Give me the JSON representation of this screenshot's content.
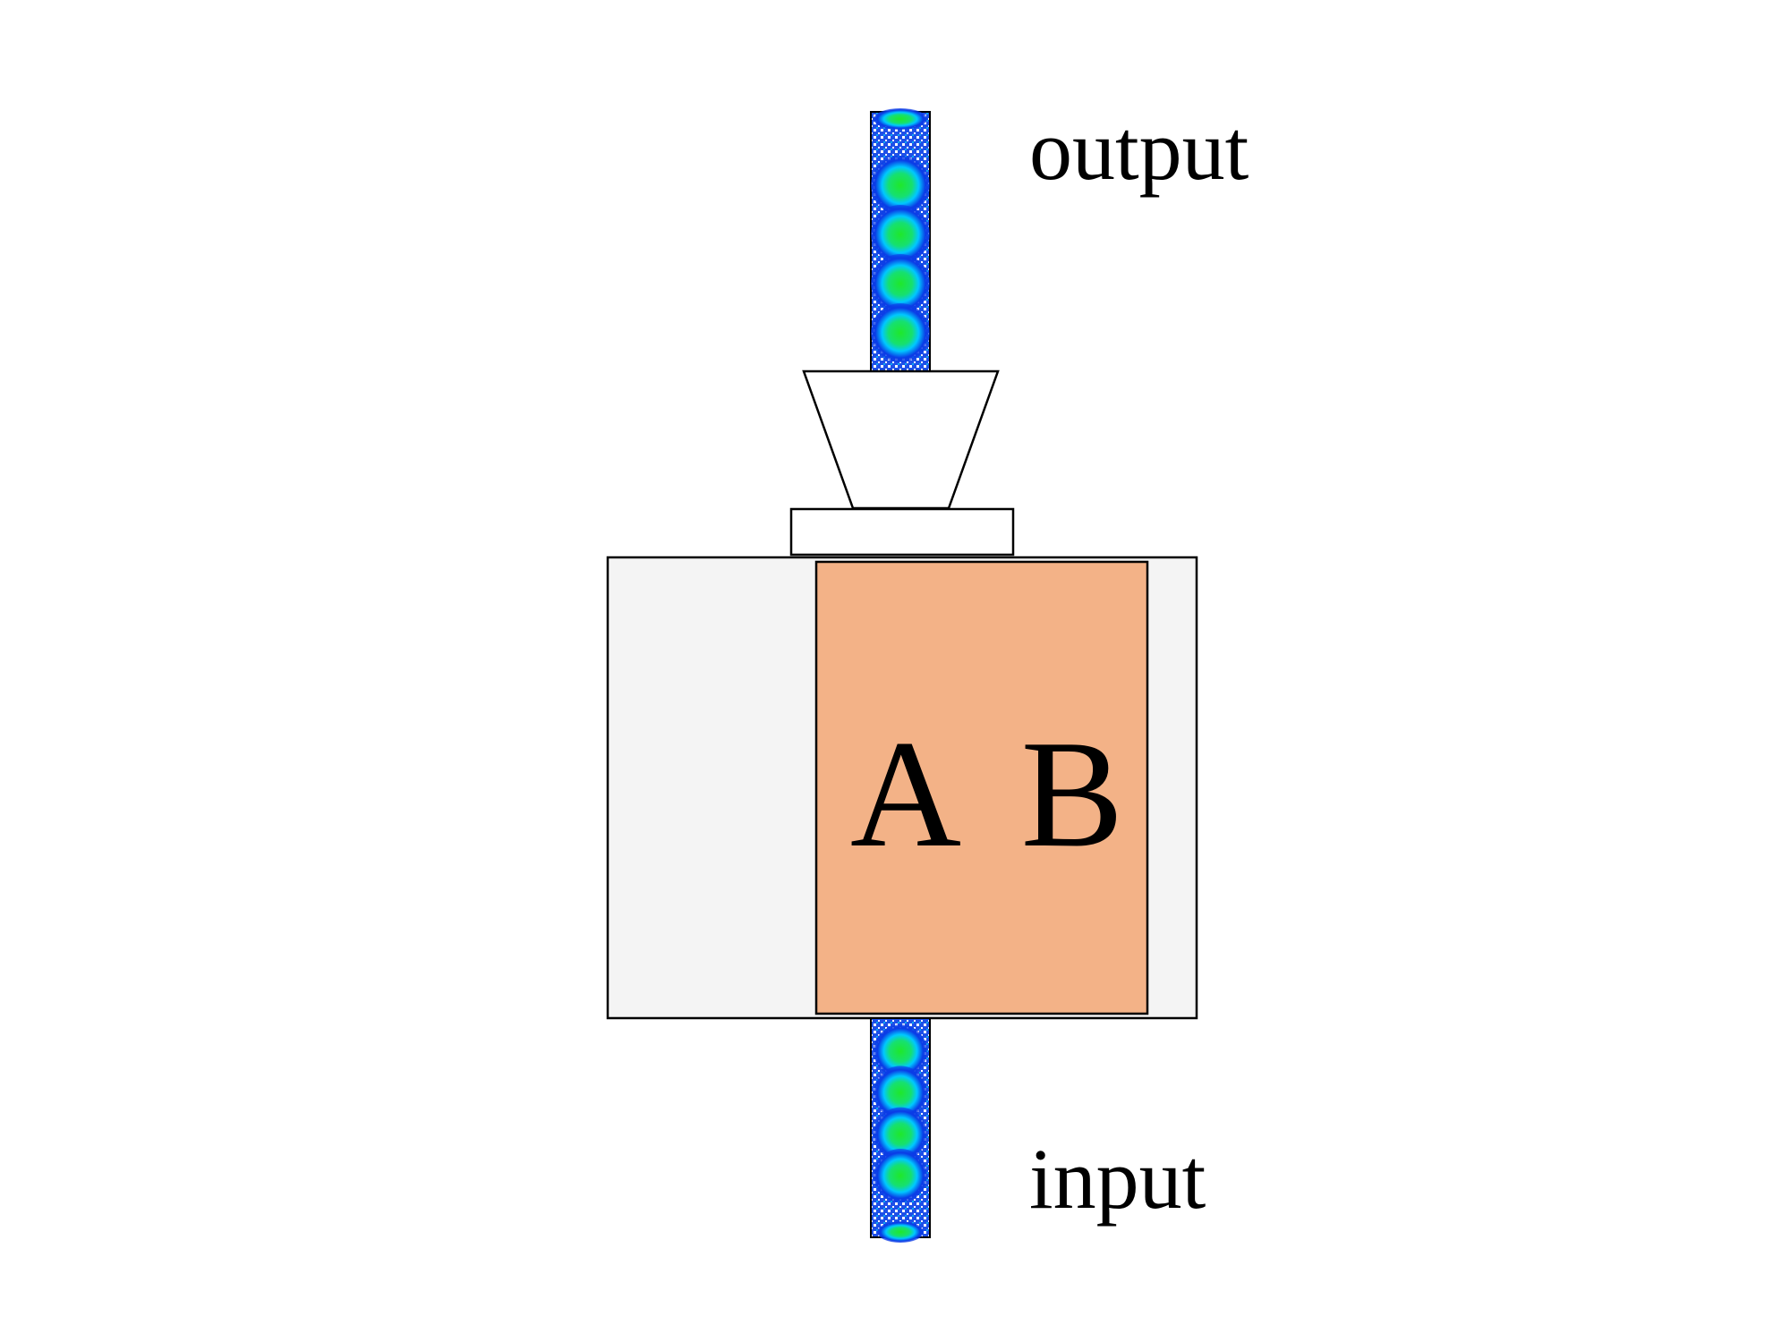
{
  "labels": {
    "output": "output",
    "input": "input",
    "chamber_a": "A",
    "chamber_b": "B"
  },
  "tubes": {
    "output_particle_count": 4,
    "input_particle_count": 4
  },
  "colors": {
    "background": "#ffffff",
    "outline": "#000000",
    "housing_fill": "#f4f4f4",
    "chamber_fill": "#f3b287",
    "particle_core": "#1fe82a",
    "particle_mid": "#00c8ff",
    "particle_edge": "#0a3be6"
  }
}
